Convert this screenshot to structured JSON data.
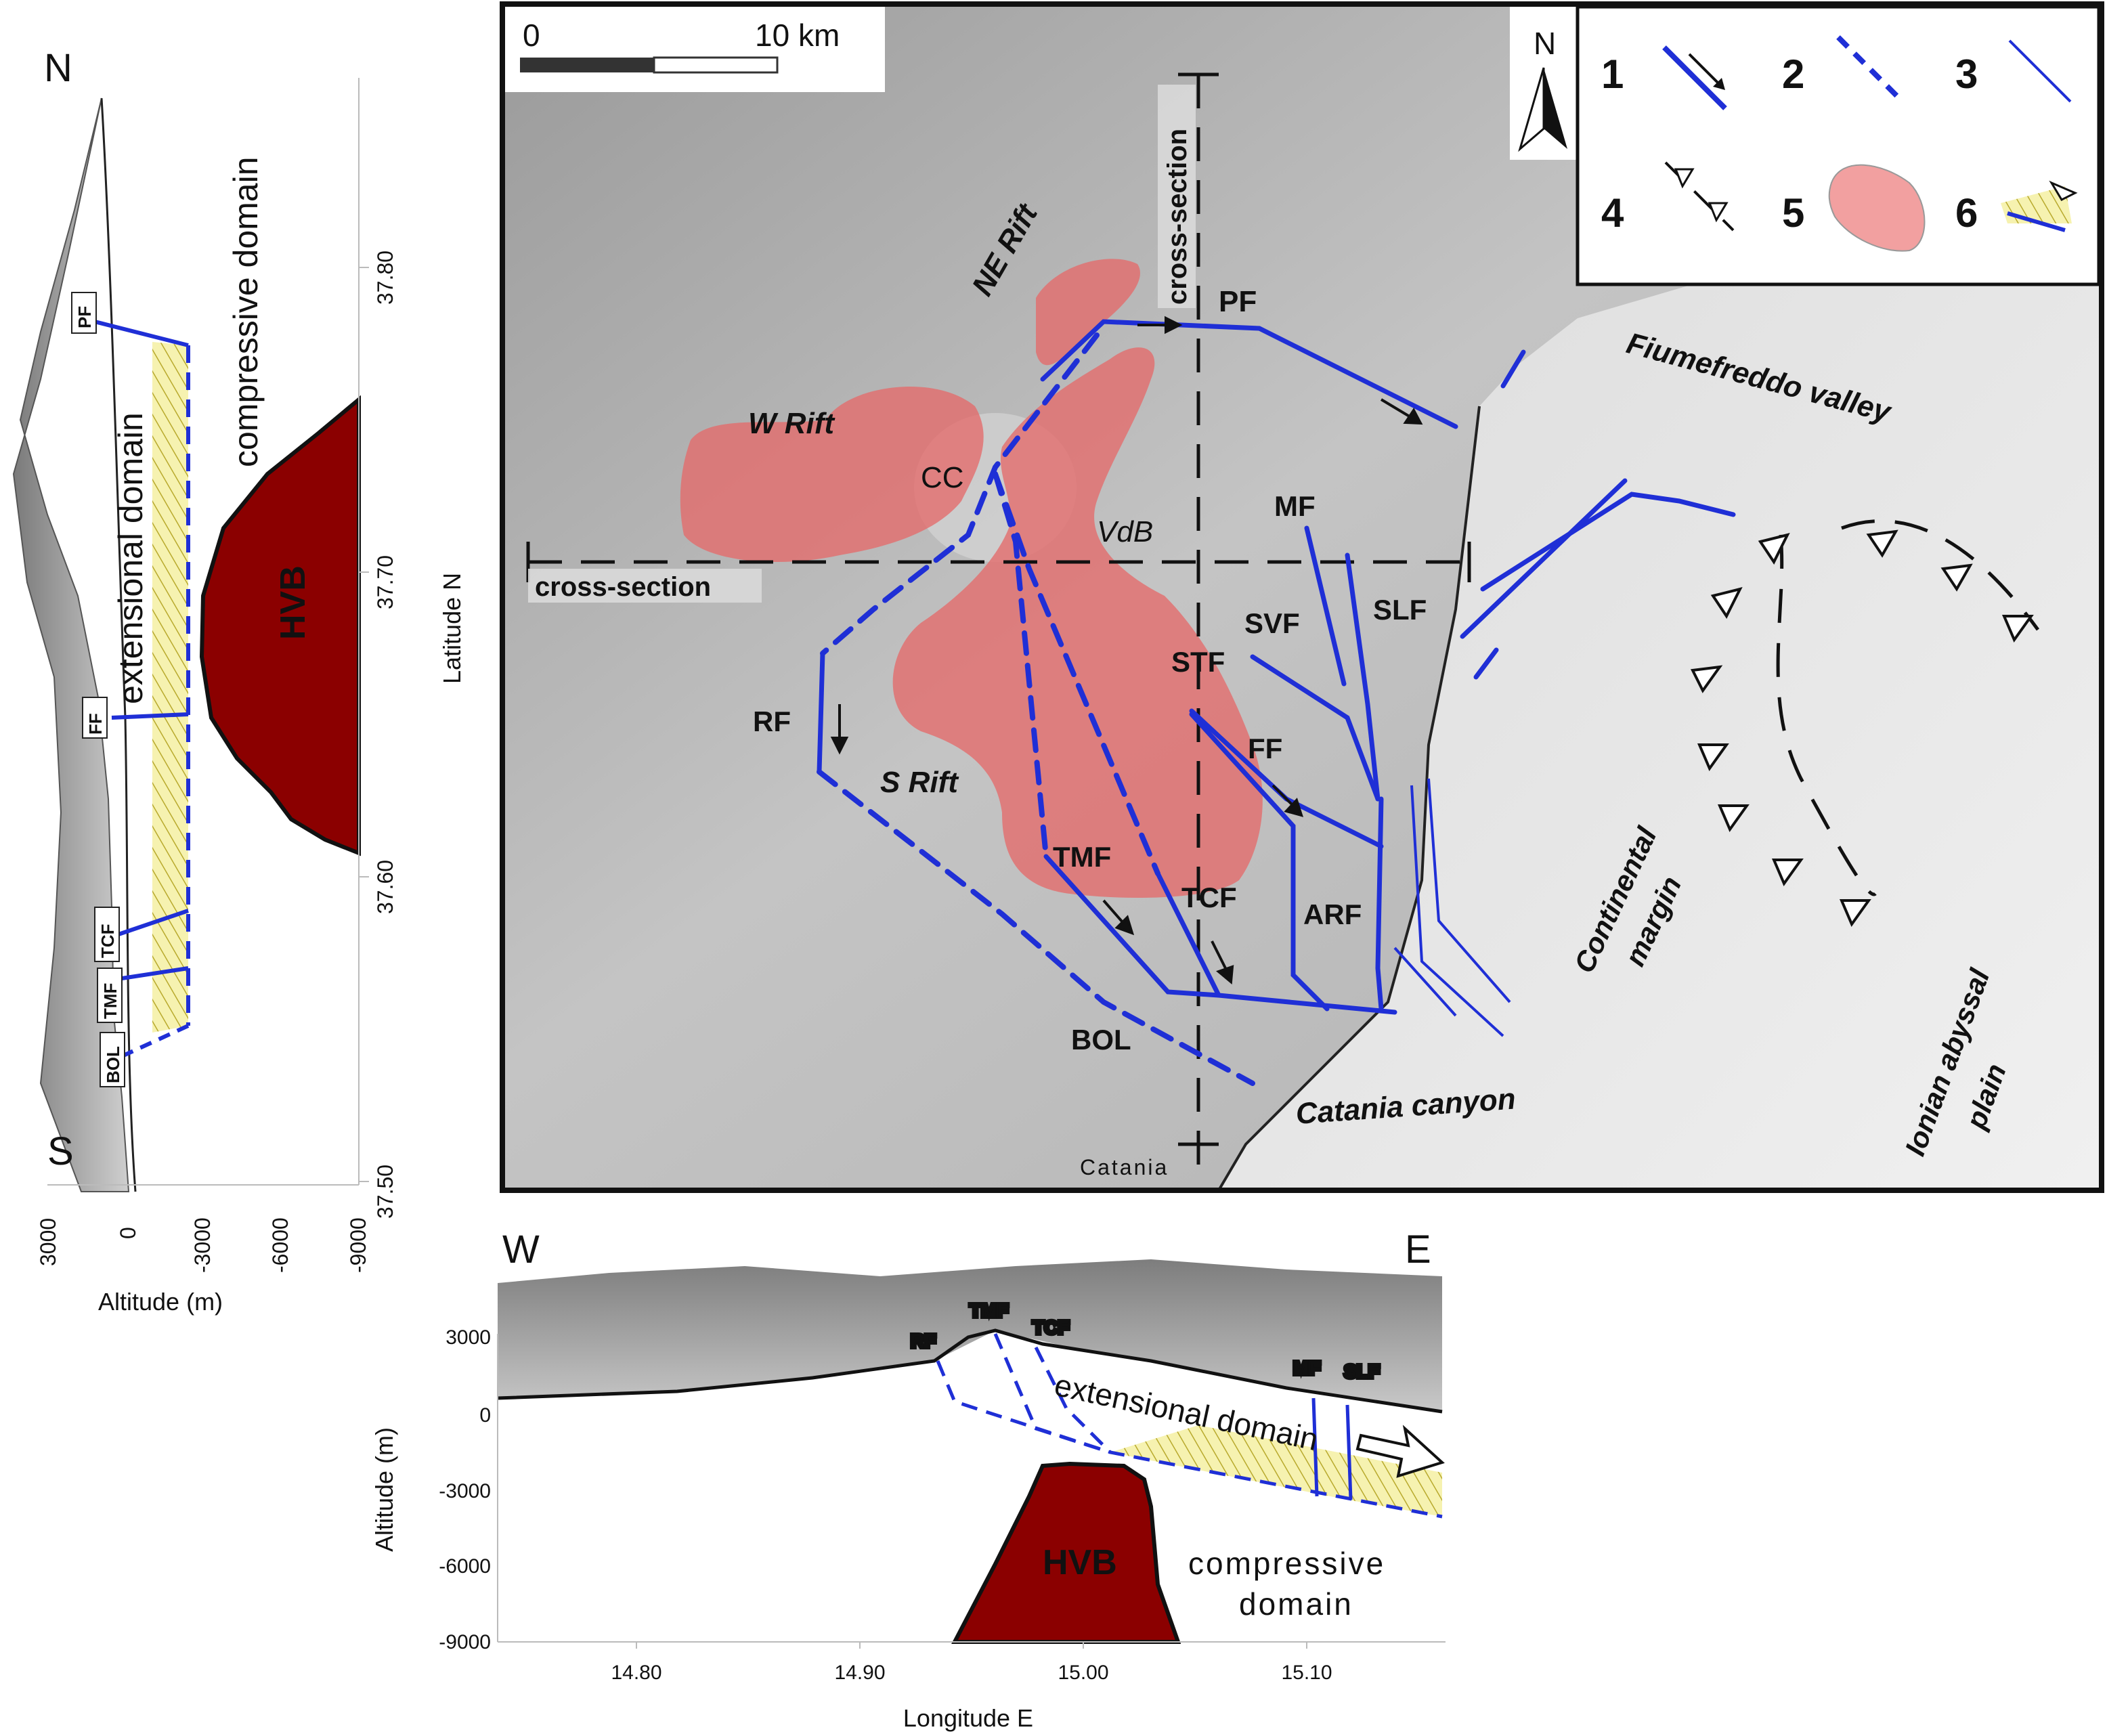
{
  "scale_bar": {
    "zero": "0",
    "length": "10 km"
  },
  "north": "N",
  "map_labels": {
    "ne_rift": "NE Rift",
    "w_rift": "W Rift",
    "s_rift": "S Rift",
    "cc": "CC",
    "vdb": "VdB",
    "cross_section_v": "cross-section",
    "cross_section_h": "cross-section",
    "catania": "Catania",
    "fiumefreddo": "Fiumefreddo valley",
    "catania_canyon": "Catania canyon",
    "continental_margin_1": "Continental",
    "continental_margin_2": "margin",
    "ionian_1": "Ionian abyssal",
    "ionian_2": "plain"
  },
  "faults": {
    "pf": "PF",
    "mf": "MF",
    "svf": "SVF",
    "slf": "SLF",
    "stf": "STF",
    "ff": "FF",
    "rf": "RF",
    "tmf": "TMF",
    "tcf": "TCF",
    "arf": "ARF",
    "bol": "BOL"
  },
  "legend": {
    "n1": "1",
    "n2": "2",
    "n3": "3",
    "n4": "4",
    "n5": "5",
    "n6": "6"
  },
  "left_profile": {
    "north": "N",
    "south": "S",
    "extensional": "extensional domain",
    "compressive": "compressive domain",
    "hvb": "HVB",
    "pf": "PF",
    "ff": "FF",
    "tcf": "TCF",
    "tmf": "TMF",
    "bol": "BOL",
    "lat_axis_label": "Latitude N",
    "lat_ticks": [
      "37.80",
      "37.70",
      "37.60",
      "37.50"
    ],
    "alt_axis_label": "Altitude (m)",
    "alt_ticks": [
      "3000",
      "0",
      "-3000",
      "-6000",
      "-9000"
    ]
  },
  "bottom_profile": {
    "west": "W",
    "east": "E",
    "extensional": "extensional domain",
    "compressive_1": "compressive",
    "compressive_2": "domain",
    "hvb": "HVB",
    "rf": "RF",
    "tmf": "TMF",
    "tcf": "TCF",
    "mf": "MF",
    "slf": "SLF",
    "alt_axis_label": "Altitude (m)",
    "alt_ticks": [
      "3000",
      "0",
      "-3000",
      "-6000",
      "-9000"
    ],
    "lon_axis_label": "Longitude E",
    "lon_ticks": [
      "14.80",
      "14.90",
      "15.00",
      "15.10"
    ]
  },
  "colors": {
    "fault_blue": "#1f2fd6",
    "rift_red": "#e46a6a",
    "hvb_dark_red": "#8b0000",
    "ext_yellow": "#f4f0a6",
    "map_gray": "#bdbdbd"
  }
}
